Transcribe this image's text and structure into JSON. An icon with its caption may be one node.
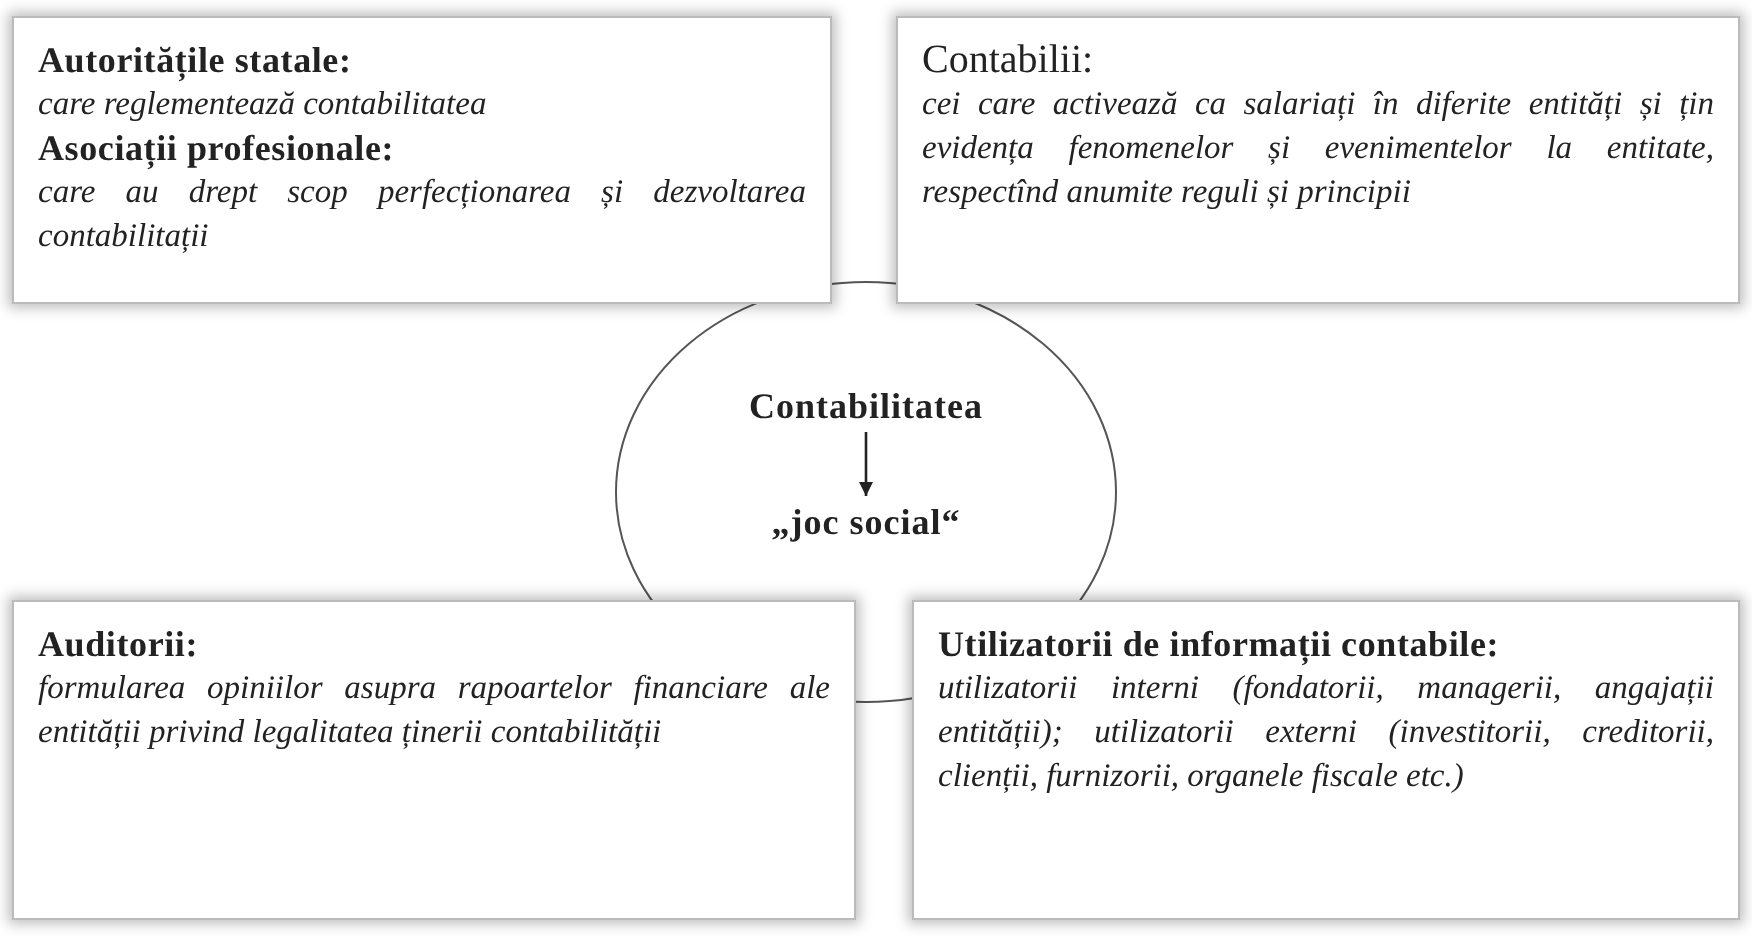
{
  "diagram": {
    "nodes": [
      {
        "text": [
          "Autoritățile statale:",
          "care reglementează contabilitatea",
          "Asociații profesionale:",
          "care au drept scop perfecționarea și dezvoltarea contabilitații"
        ]
      },
      {
        "text": [
          "Contabilii:",
          "cei care activează ca salariați în diferite entități și țin evidența fenomenelor și evenimentelor la entitate, respectînd anumite reguli și principii"
        ]
      },
      {
        "text": [],
        "shape": "circle"
      },
      {
        "text": [
          "Contabilitatea"
        ],
        "in": 2
      },
      {
        "text": [
          "„joc social“"
        ],
        "in": 2
      },
      {
        "text": [
          "Auditorii:",
          "formularea opiniilor asupra rapoartelor financiare ale entității privind legalitatea ținerii contabilității"
        ]
      },
      {
        "text": [
          "Utilizatorii de informații contabile:",
          "utilizatorii interni (fondatorii, managerii, angajații entității); utilizatorii externi (investitorii, creditorii, clienții, furnizorii, organele fiscale etc.)"
        ]
      }
    ],
    "edges": [
      {
        "from": 3,
        "to": 4,
        "arrow": "to"
      }
    ]
  }
}
